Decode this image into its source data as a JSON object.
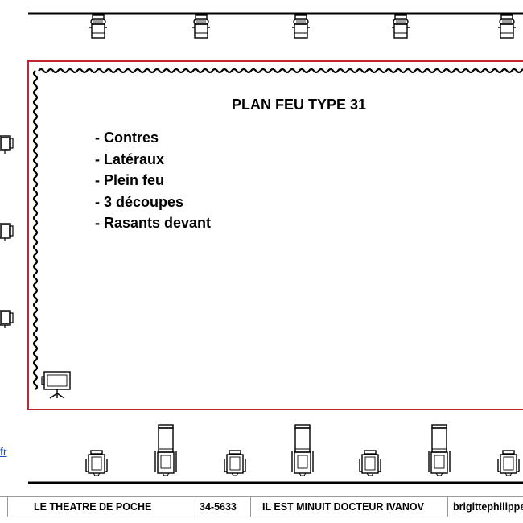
{
  "plan": {
    "title": "PLAN FEU TYPE 31",
    "items": [
      "- Contres",
      "- Latéraux",
      "- Plein feu",
      "- 3 découpes",
      "- Rasants devant"
    ]
  },
  "side_link": "fr",
  "footer": {
    "venue": "LE THEATRE DE POCHE",
    "number": "34-5633",
    "show": "IL EST MINUIT DOCTEUR IVANOV",
    "author": "brigittephilippe"
  },
  "colors": {
    "stage_border": "#c0262c",
    "line": "#000000",
    "link": "#1f4fbf"
  },
  "icons": {
    "top_row": "spotlight-icon",
    "side": "projector-icon",
    "floor": "floor-projector-icon",
    "bottom_tall": "tall-projector-icon",
    "bottom_short": "short-projector-icon"
  }
}
